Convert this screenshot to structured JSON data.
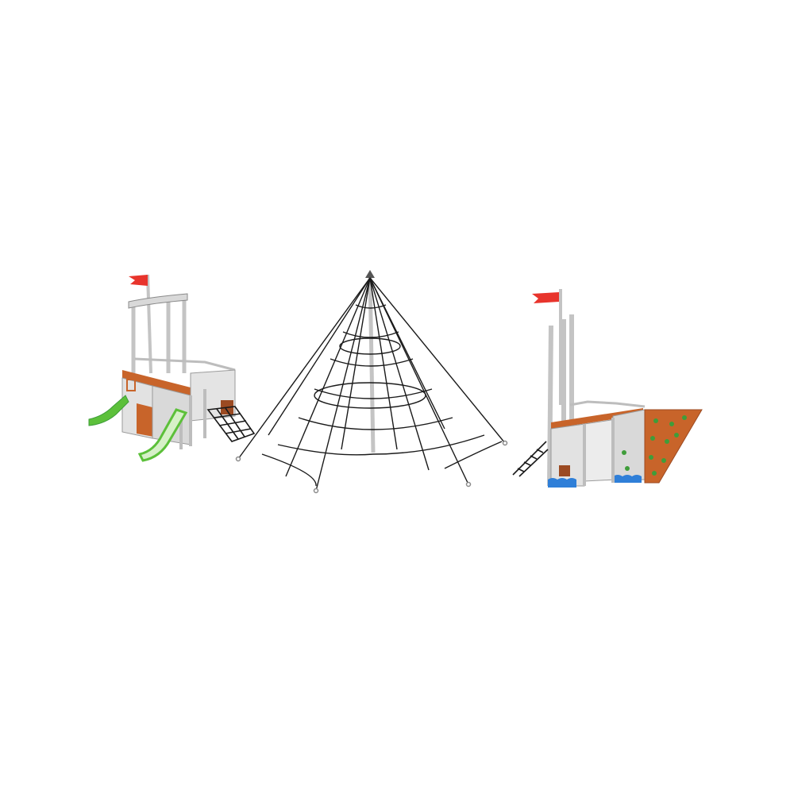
{
  "scene": {
    "background": "#ffffff",
    "objects": [
      {
        "name": "pirate-ship-play-tower-left",
        "kind": "play-tower"
      },
      {
        "name": "pyramid-rope-climbing-net",
        "kind": "rope-net"
      },
      {
        "name": "ship-bow-climbing-wall-right",
        "kind": "climbing-tower"
      }
    ],
    "colors": {
      "flag_red": "#e8342c",
      "slide_green": "#5cc03a",
      "slide_light": "#d6f0c8",
      "panel_grey": "#d9d9d9",
      "post_grey": "#c4c4c4",
      "dark_grey": "#555555",
      "wall_orange": "#c8642a",
      "hold_green": "#3f9d3a",
      "rope_black": "#1a1a1a",
      "water_blue": "#2f7fd8"
    }
  }
}
